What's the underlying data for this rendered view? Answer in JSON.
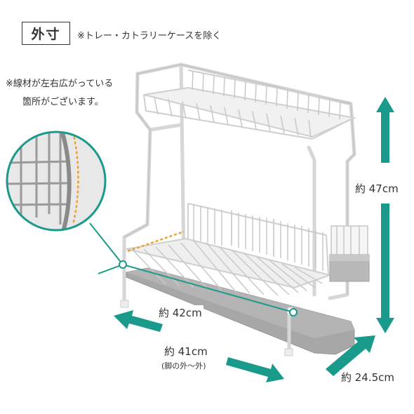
{
  "title": "外寸",
  "title_note": "※トレー・カトラリーケースを除く",
  "wire_note_line1": "※線材が左右広がっている",
  "wire_note_line2": "箇所がございます。",
  "dimensions": {
    "height": "約 47cm",
    "inner_width": "約 42cm",
    "outer_width": "約 41cm",
    "outer_width_note": "(脚の外～外)",
    "depth": "約 24.5cm"
  },
  "colors": {
    "accent": "#1a9a8a",
    "wire": "#d8d8d8",
    "tray": "#a7a7a7",
    "highlight": "#f0a030"
  }
}
